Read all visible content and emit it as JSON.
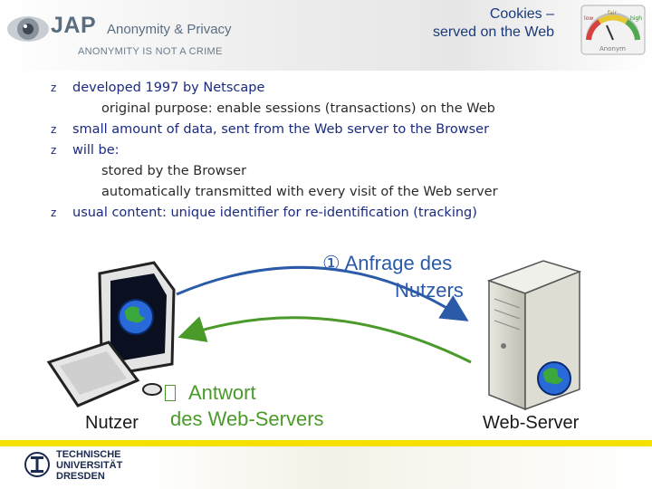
{
  "header": {
    "logo_main": "JAP",
    "logo_sub": "Anonymity & Privacy",
    "logo_tagline": "ANONYMITY IS NOT A CRIME",
    "title_line1": "Cookies –",
    "title_line2": "served on the Web",
    "gauge_labels": {
      "low": "low",
      "fair": "fair",
      "high": "high",
      "anon": "Anonym"
    }
  },
  "bullets": [
    {
      "level": 1,
      "text": "developed 1997 by Netscape"
    },
    {
      "level": 2,
      "text": "original purpose: enable sessions (transactions) on the Web"
    },
    {
      "level": 1,
      "text": "small amount of data, sent from the Web server to the Browser"
    },
    {
      "level": 1,
      "text": "will be:"
    },
    {
      "level": 2,
      "text": "stored by the Browser"
    },
    {
      "level": 2,
      "text": "automatically transmitted with every visit of the Web server"
    },
    {
      "level": 1,
      "text": "usual content: unique identifier for re-identification (tracking)"
    }
  ],
  "bullet_marks": {
    "level1": "z",
    "level2": ""
  },
  "diagram": {
    "request_line1": "① Anfrage des",
    "request_line2": "Nutzers",
    "response_line1": "Antwort",
    "response_line2": "des Web-Servers",
    "client_label": "Nutzer",
    "server_label": "Web-Server"
  },
  "footer": {
    "university_line1": "TECHNISCHE",
    "university_line2": "UNIVERSITÄT",
    "university_line3": "DRESDEN"
  },
  "colors": {
    "title": "#1a3a7a",
    "bullet_text": "#1a2a80",
    "request_arrow": "#2a5aa8",
    "response_arrow": "#4a9a2a",
    "footer_bar": "#f5e000"
  }
}
